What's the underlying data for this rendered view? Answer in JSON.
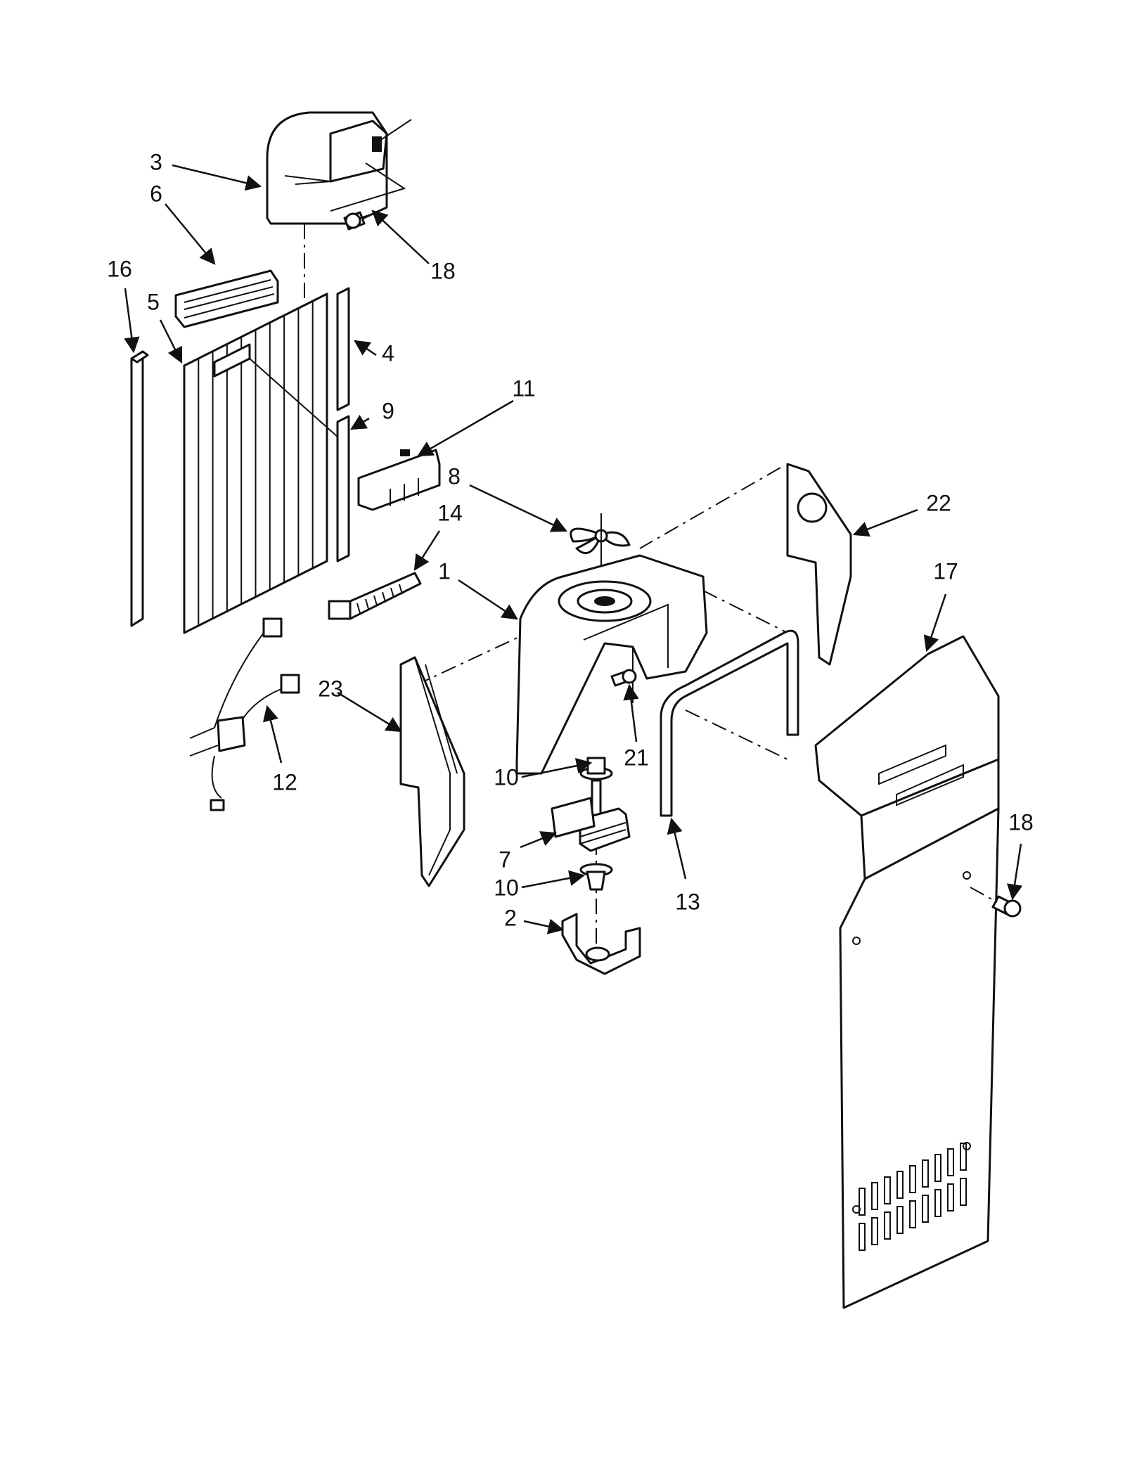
{
  "diagram": {
    "callouts": [
      {
        "id": "c3",
        "label": "3"
      },
      {
        "id": "c6",
        "label": "6"
      },
      {
        "id": "c18a",
        "label": "18"
      },
      {
        "id": "c16",
        "label": "16"
      },
      {
        "id": "c5",
        "label": "5"
      },
      {
        "id": "c4",
        "label": "4"
      },
      {
        "id": "c9",
        "label": "9"
      },
      {
        "id": "c11",
        "label": "11"
      },
      {
        "id": "c8",
        "label": "8"
      },
      {
        "id": "c14",
        "label": "14"
      },
      {
        "id": "c1",
        "label": "1"
      },
      {
        "id": "c22",
        "label": "22"
      },
      {
        "id": "c17",
        "label": "17"
      },
      {
        "id": "c23",
        "label": "23"
      },
      {
        "id": "c12",
        "label": "12"
      },
      {
        "id": "c10a",
        "label": "10"
      },
      {
        "id": "c21",
        "label": "21"
      },
      {
        "id": "c7",
        "label": "7"
      },
      {
        "id": "c10b",
        "label": "10"
      },
      {
        "id": "c2",
        "label": "2"
      },
      {
        "id": "c13",
        "label": "13"
      },
      {
        "id": "c18b",
        "label": "18"
      }
    ]
  }
}
